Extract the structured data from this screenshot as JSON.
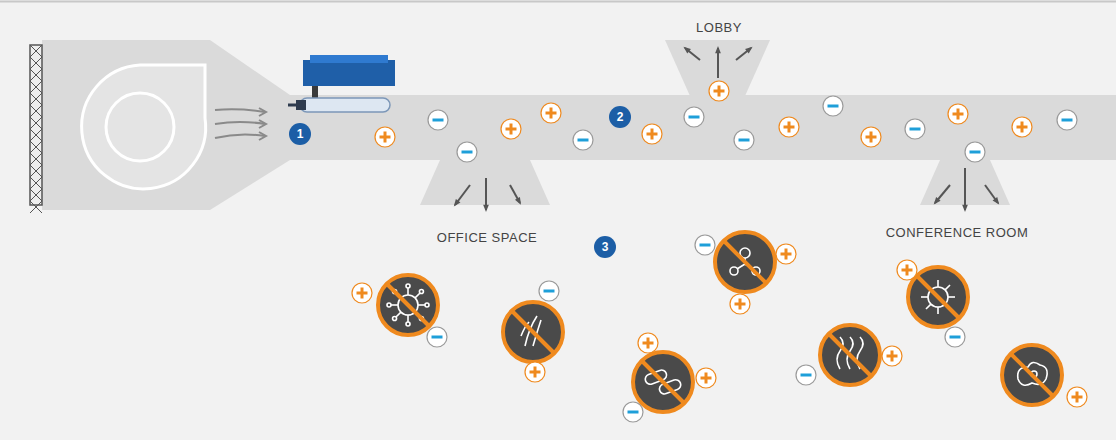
{
  "diagram": {
    "nodes": [
      {
        "text": [
          "1"
        ]
      },
      {
        "text": [
          "2"
        ]
      },
      {
        "text": [
          "3"
        ]
      }
    ],
    "labels": [
      "LOBBY",
      "OFFICE SPACE",
      "CONFERENCE ROOM"
    ]
  }
}
